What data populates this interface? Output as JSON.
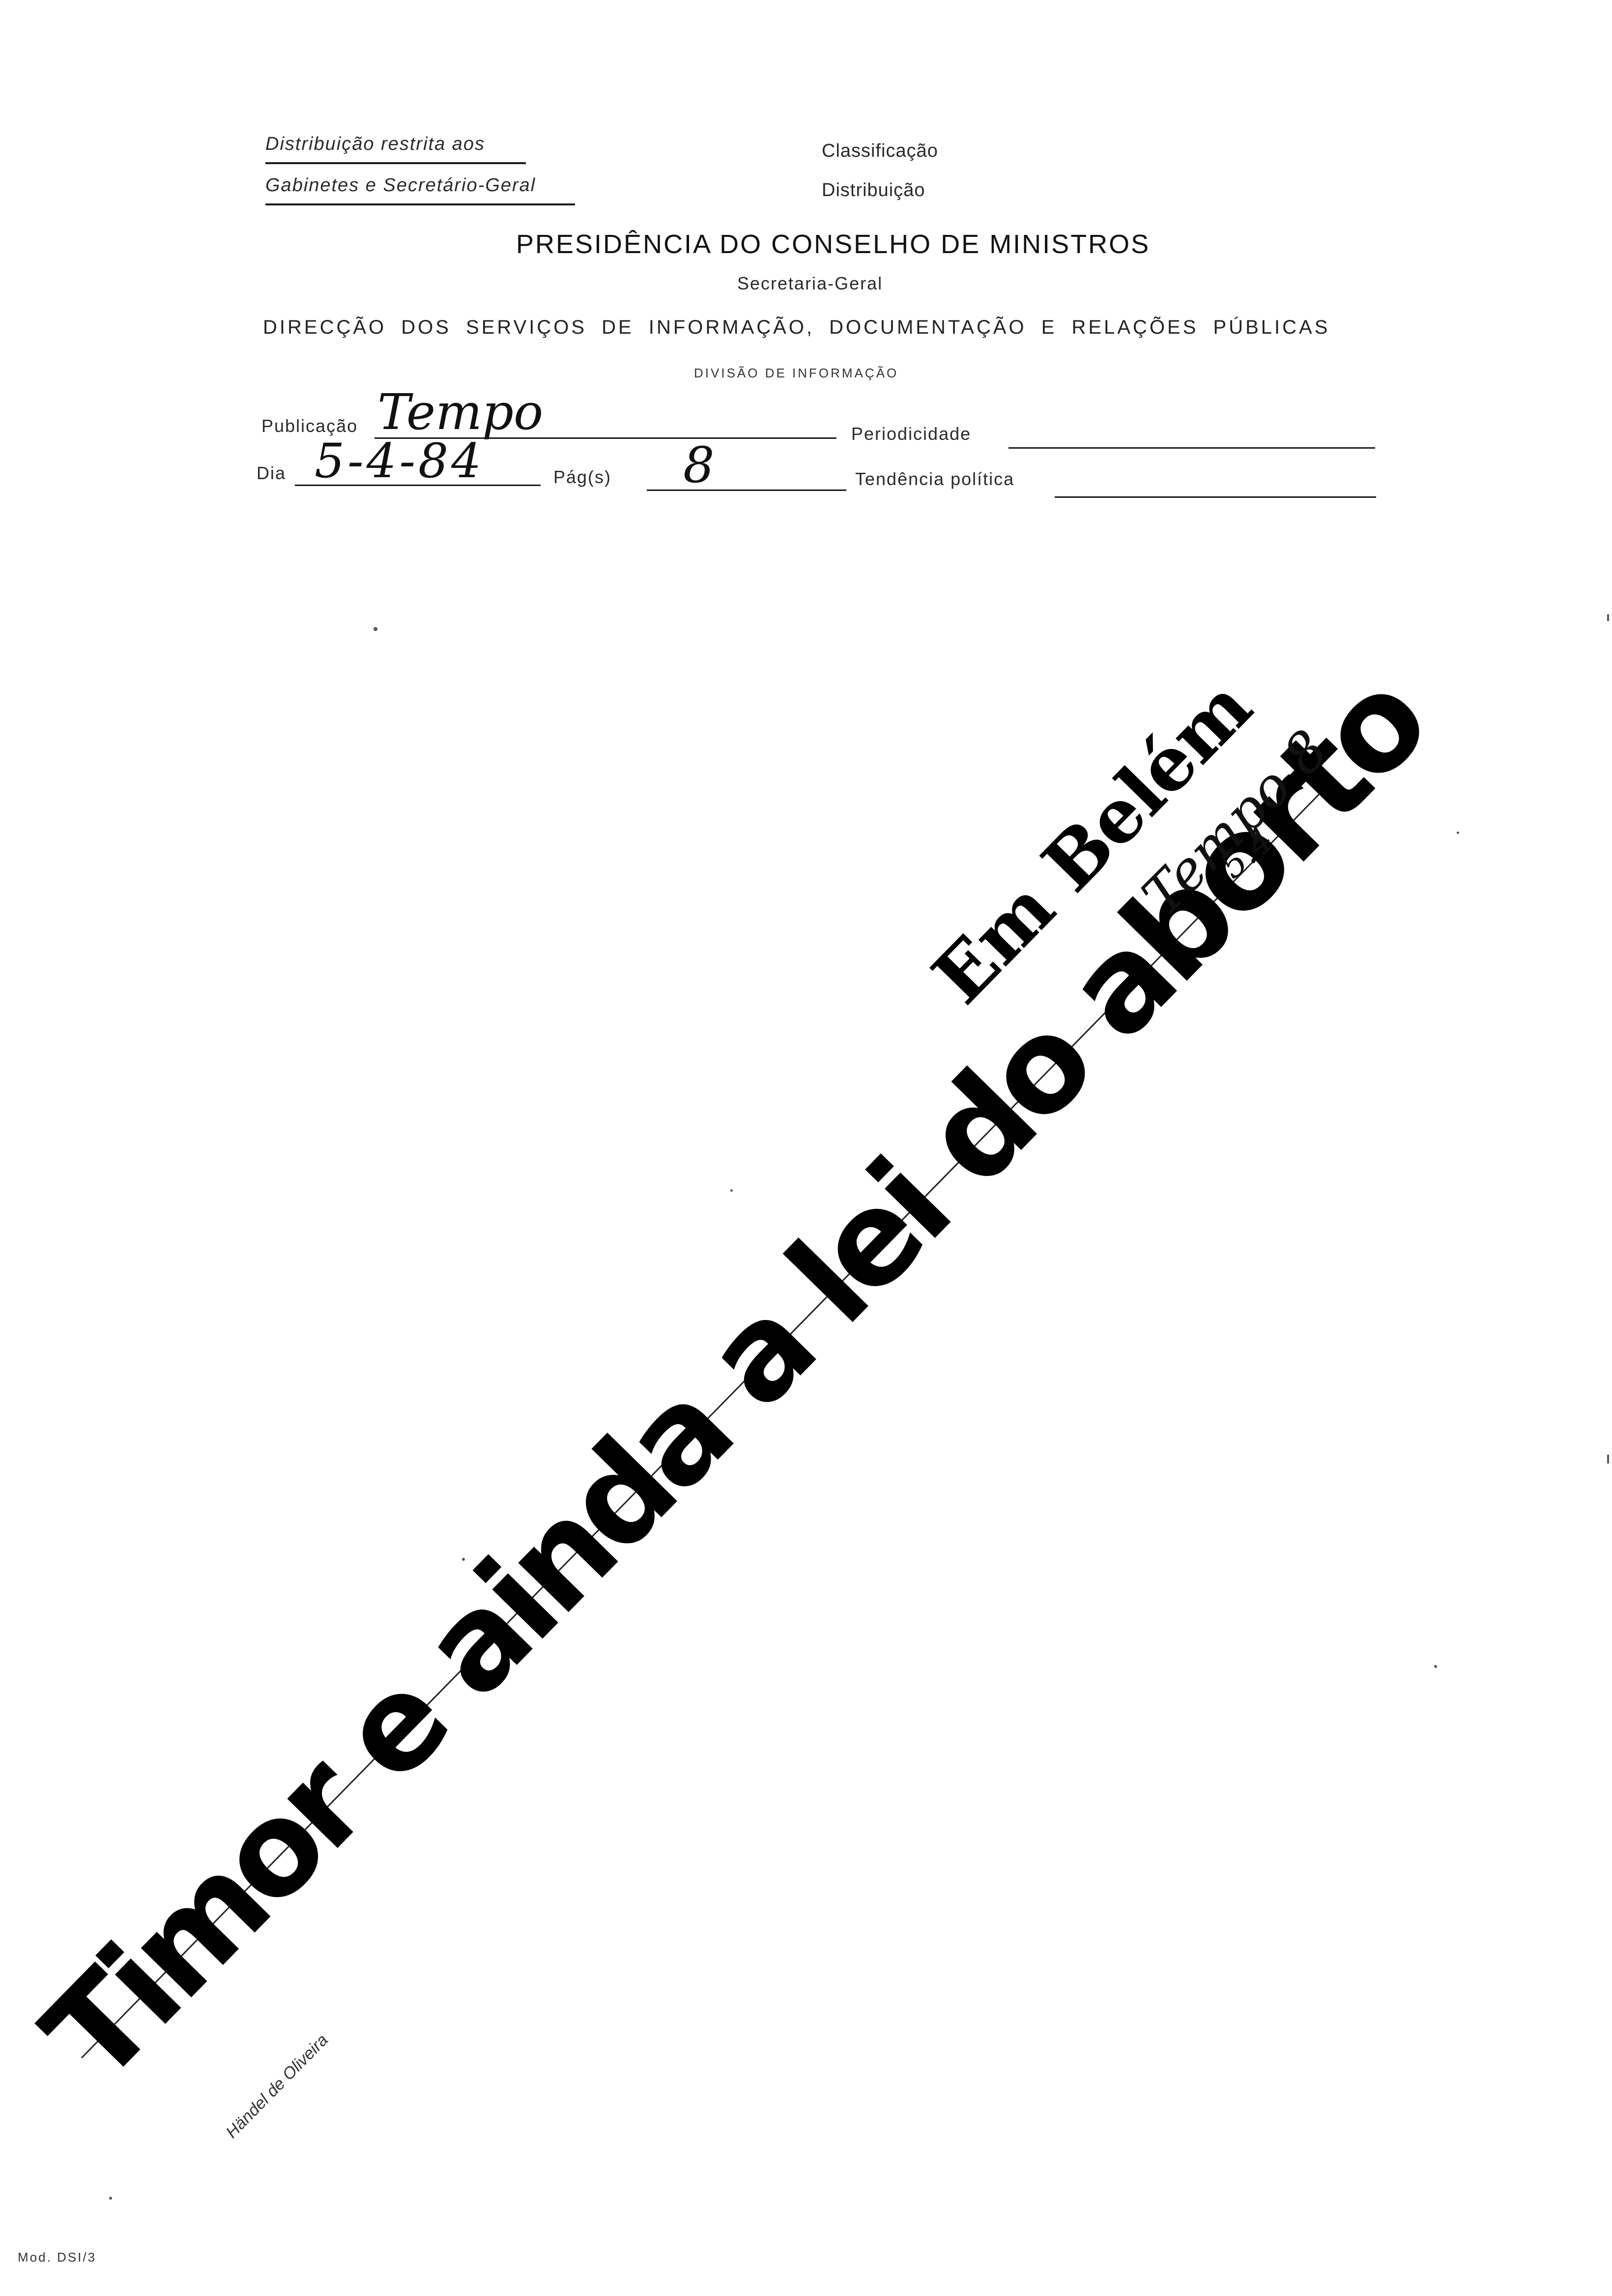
{
  "header": {
    "distribution_line1": "Distribuição restrita aos",
    "distribution_line2": "Gabinetes e Secretário-Geral",
    "classification_label": "Classificação",
    "distribution_label": "Distribuição"
  },
  "title": {
    "main": "PRESIDÊNCIA DO CONSELHO DE MINISTROS",
    "sub": "Secretaria-Geral",
    "department": "DIRECÇÃO DOS SERVIÇOS DE INFORMAÇÃO, DOCUMENTAÇÃO E RELAÇÕES PÚBLICAS",
    "division": "DIVISÃO DE INFORMAÇÃO"
  },
  "form": {
    "publication_label": "Publicação",
    "publication_value": "Tempo",
    "periodicity_label": "Periodicidade",
    "periodicity_value": "",
    "day_label": "Dia",
    "day_value": "5-4-84",
    "pages_label": "Pág(s)",
    "pages_value": "8",
    "tendency_label": "Tendência política",
    "tendency_value": ""
  },
  "clipping": {
    "kicker": "Em Belém",
    "headline": "Timor e ainda a lei do aborto",
    "byline": "Händel de Oliveira",
    "margin_note_line1": "Tempo 8",
    "margin_note_line2": "5.4"
  },
  "footer": {
    "form_code": "Mod. DSI/3"
  }
}
